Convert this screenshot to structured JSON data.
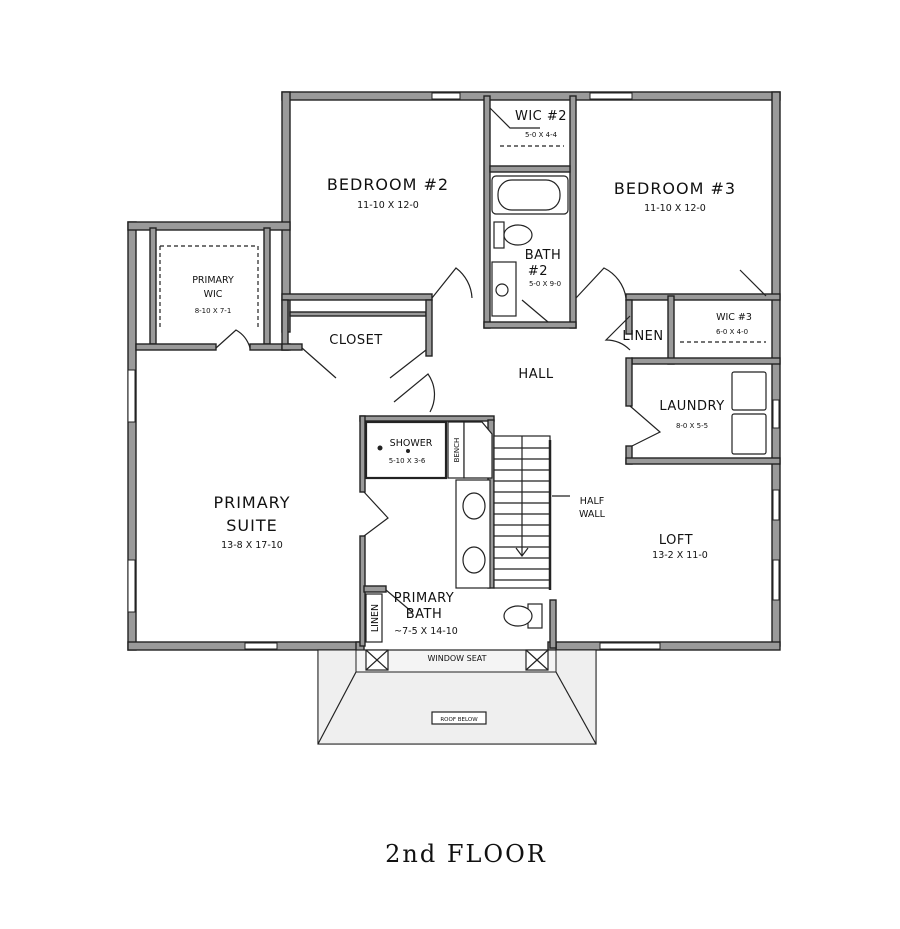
{
  "title": "2nd FLOOR",
  "rooms": {
    "bedroom2": {
      "name": "BEDROOM #2",
      "dims": "11-10 X 12-0"
    },
    "bedroom3": {
      "name": "BEDROOM #3",
      "dims": "11-10 X 12-0"
    },
    "wic2": {
      "name": "WIC #2",
      "dims": "5-0 X 4-4"
    },
    "wic3": {
      "name": "WIC #3",
      "dims": "6-0 X 4-0"
    },
    "bath2": {
      "name_line1": "BATH",
      "name_line2": "#2",
      "dims": "5-0 X 9-0"
    },
    "primary_wic": {
      "name_line1": "PRIMARY",
      "name_line2": "WIC",
      "dims": "8-10 X 7-1"
    },
    "closet": {
      "name": "CLOSET"
    },
    "hall": {
      "name": "HALL"
    },
    "linen_upper": {
      "name": "LINEN"
    },
    "laundry": {
      "name": "LAUNDRY",
      "dims": "8-0 X 5-5"
    },
    "shower": {
      "name": "SHOWER",
      "dims": "5-10 X 3-6"
    },
    "bench": {
      "name": "BENCH"
    },
    "primary_suite": {
      "name_line1": "PRIMARY",
      "name_line2": "SUITE",
      "dims": "13-8 X 17-10"
    },
    "half_wall": {
      "line1": "HALF",
      "line2": "WALL"
    },
    "loft": {
      "name": "LOFT",
      "dims": "13-2 X 11-0"
    },
    "primary_bath": {
      "name_line1": "PRIMARY",
      "name_line2": "BATH",
      "dims": "~7-5 X 14-10"
    },
    "linen_lower": {
      "name": "LINEN"
    },
    "window_seat": {
      "name": "WINDOW SEAT"
    },
    "roof": {
      "name": "ROOF BELOW"
    }
  }
}
